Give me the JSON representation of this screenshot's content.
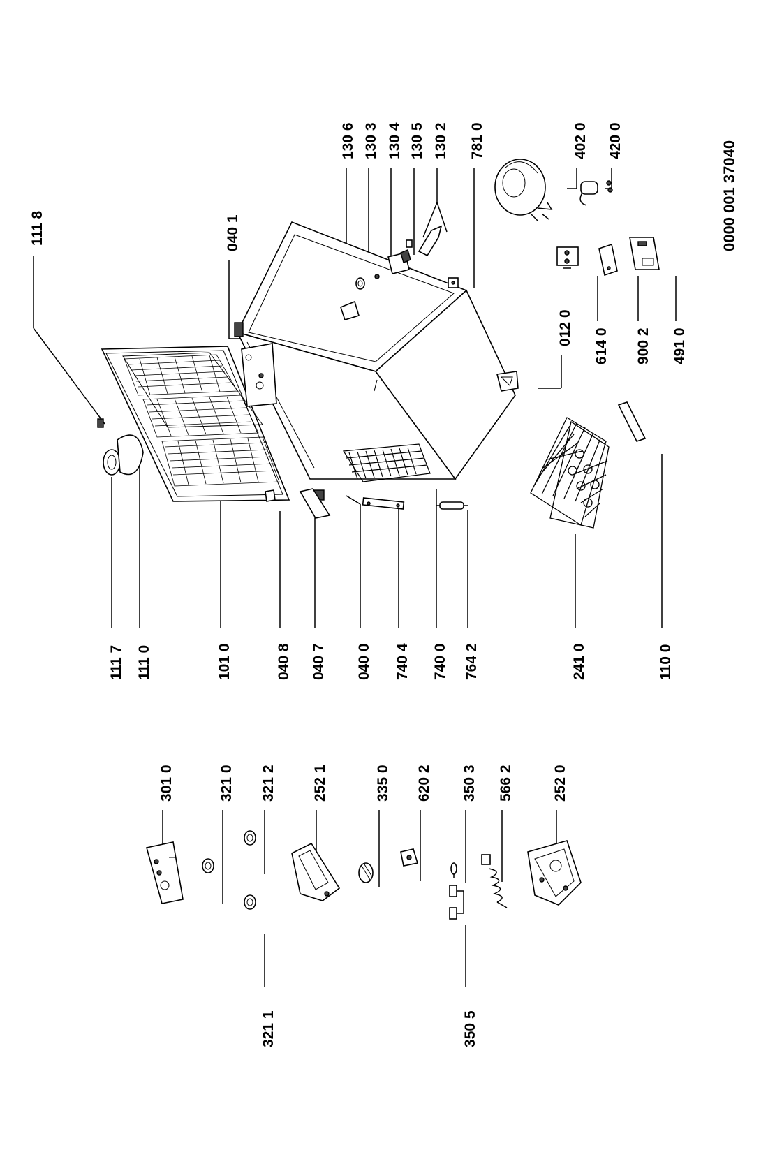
{
  "document_number": "0000 001 37040",
  "parts": [
    {
      "id": "p1118",
      "label": "111 8"
    },
    {
      "id": "p0401",
      "label": "040 1"
    },
    {
      "id": "p1306",
      "label": "130 6"
    },
    {
      "id": "p1303",
      "label": "130 3"
    },
    {
      "id": "p1304",
      "label": "130 4"
    },
    {
      "id": "p1305",
      "label": "130 5"
    },
    {
      "id": "p1302",
      "label": "130 2"
    },
    {
      "id": "p7810",
      "label": "781 0"
    },
    {
      "id": "p4020",
      "label": "402 0"
    },
    {
      "id": "p4200",
      "label": "420 0"
    },
    {
      "id": "p0120",
      "label": "012 0"
    },
    {
      "id": "p6140",
      "label": "614 0"
    },
    {
      "id": "p9002",
      "label": "900 2"
    },
    {
      "id": "p4910",
      "label": "491 0"
    },
    {
      "id": "p1117",
      "label": "111 7"
    },
    {
      "id": "p1110",
      "label": "111 0"
    },
    {
      "id": "p1010",
      "label": "101 0"
    },
    {
      "id": "p0408",
      "label": "040 8"
    },
    {
      "id": "p0407",
      "label": "040 7"
    },
    {
      "id": "p0400",
      "label": "040 0"
    },
    {
      "id": "p7404",
      "label": "740 4"
    },
    {
      "id": "p7400",
      "label": "740 0"
    },
    {
      "id": "p7642",
      "label": "764 2"
    },
    {
      "id": "p2410",
      "label": "241 0"
    },
    {
      "id": "p1100",
      "label": "110 0"
    },
    {
      "id": "p3010",
      "label": "301 0"
    },
    {
      "id": "p3210",
      "label": "321 0"
    },
    {
      "id": "p3212",
      "label": "321 2"
    },
    {
      "id": "p3211",
      "label": "321 1"
    },
    {
      "id": "p2521",
      "label": "252 1"
    },
    {
      "id": "p3350",
      "label": "335 0"
    },
    {
      "id": "p6202",
      "label": "620 2"
    },
    {
      "id": "p3503",
      "label": "350 3"
    },
    {
      "id": "p3505",
      "label": "350 5"
    },
    {
      "id": "p5662",
      "label": "566 2"
    },
    {
      "id": "p2520",
      "label": "252 0"
    }
  ]
}
